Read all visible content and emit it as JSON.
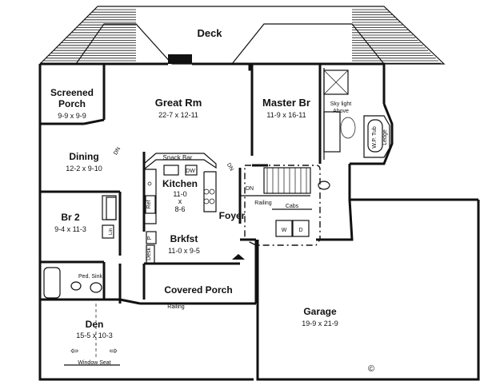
{
  "rooms": {
    "deck": {
      "name": "Deck"
    },
    "screened_porch": {
      "name_1": "Screened",
      "name_2": "Porch",
      "dims": "9-9 x 9-9"
    },
    "great_room": {
      "name": "Great Rm",
      "dims": "22-7 x 12-11"
    },
    "master_br": {
      "name": "Master Br",
      "dims": "11-9 x 16-11"
    },
    "dining": {
      "name": "Dining",
      "dims": "12-2 x 9-10"
    },
    "kitchen": {
      "name": "Kitchen",
      "dims_1": "11-0",
      "dims_2": "x",
      "dims_3": "8-6"
    },
    "br2": {
      "name": "Br 2",
      "dims": "9-4 x 11-3"
    },
    "brkfst": {
      "name": "Brkfst",
      "dims": "11-0 x 9-5"
    },
    "foyer": {
      "name": "Foyer"
    },
    "covered_porch": {
      "name": "Covered Porch"
    },
    "garage": {
      "name": "Garage",
      "dims": "19-9 x 21-9"
    },
    "den": {
      "name": "Den",
      "dims": "15-5 x 10-3"
    }
  },
  "notes": {
    "snack_bar": "Snack Bar",
    "dw": "DW",
    "ref": "Ref",
    "desk": "Desk",
    "pantry": "P",
    "dn_dining": "DN",
    "dn_greatrm": "DN",
    "dn_stair": "DN",
    "railing_stair": "Railing",
    "railing_porch": "Railing",
    "cabs": "Cabs",
    "washer": "W",
    "dryer": "D",
    "linen": "Lin",
    "ped_sink": "Ped. Sink",
    "window_seat": "Window Seat",
    "skylight_1": "Sky light",
    "skylight_2": "Above",
    "wp_tub": "W.P. Tub",
    "ledge": "Ledge",
    "copyright": "©"
  }
}
